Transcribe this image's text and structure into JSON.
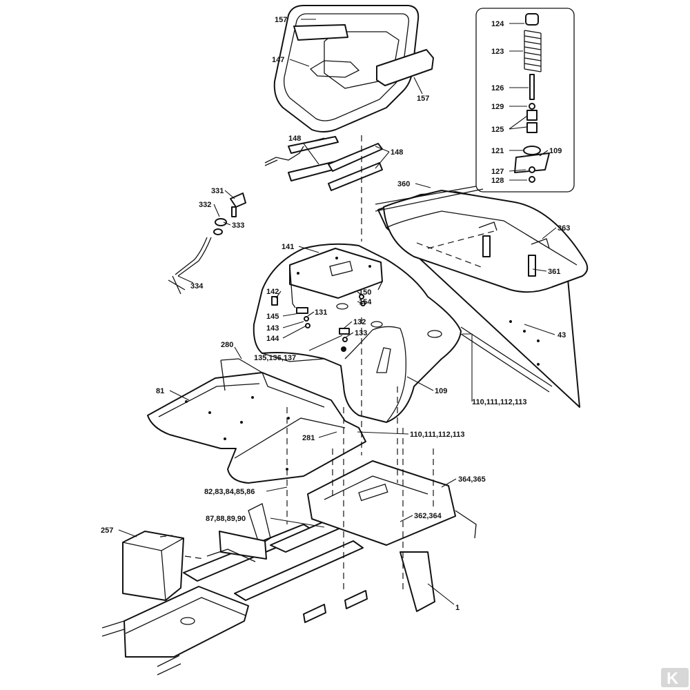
{
  "callouts": {
    "c157a": "157",
    "c147": "147",
    "c157b": "157",
    "c124": "124",
    "c123": "123",
    "c126": "126",
    "c129": "129",
    "c125": "125",
    "c121": "121",
    "c109a": "109",
    "c127": "127",
    "c128": "128",
    "c148a": "148",
    "c148b": "148",
    "c360": "360",
    "c363": "363",
    "c361": "361",
    "c331": "331",
    "c332": "332",
    "c333": "333",
    "c334": "334",
    "c141": "141",
    "c142": "142",
    "c150": "150",
    "c154": "154",
    "c145": "145",
    "c131": "131",
    "c143": "143",
    "c144": "144",
    "c132": "132",
    "c133": "133",
    "c135": "135,136,137",
    "c280": "280",
    "c81": "81",
    "c109b": "109",
    "c43": "43",
    "c110a": "110,111,112,113",
    "c281": "281",
    "c110b": "110,111,112,113",
    "c82": "82,83,84,85,86",
    "c364a": "364,365",
    "c87": "87,88,89,90",
    "c362": "362,364",
    "c257": "257",
    "c1": "1"
  },
  "watermark": "K",
  "colors": {
    "line": "#111111",
    "background": "#ffffff",
    "watermark": "#d7d7d7"
  }
}
